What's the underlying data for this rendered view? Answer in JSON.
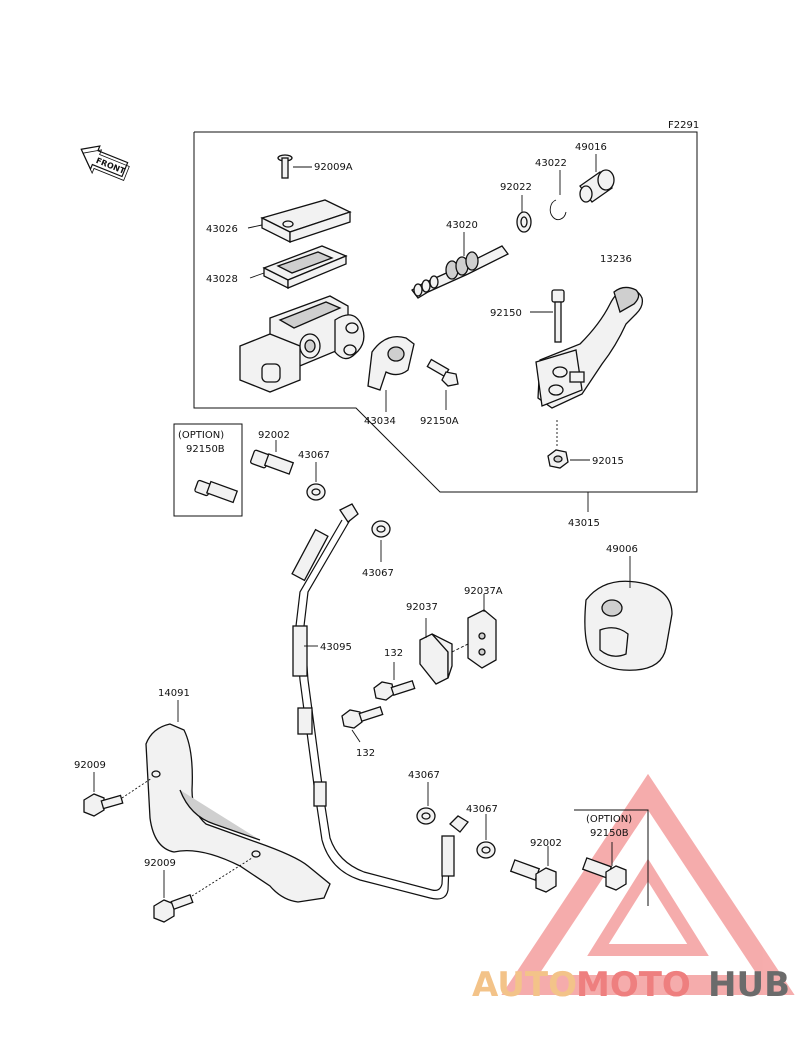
{
  "figure_code": "F2291",
  "front_arrow_label": "FRONT",
  "labels": {
    "p92009A": "92009A",
    "p43026": "43026",
    "p43028": "43028",
    "p43020": "43020",
    "p92022": "92022",
    "p43022": "43022",
    "p49016": "49016",
    "p13236": "13236",
    "p92150": "92150",
    "p43034": "43034",
    "p92150A": "92150A",
    "p92015": "92015",
    "p43015": "43015",
    "option_top": "(OPTION)",
    "p92150B_top": "92150B",
    "p92002_top": "92002",
    "p43067_a": "43067",
    "p43067_b": "43067",
    "p49006": "49006",
    "p92037": "92037",
    "p92037A": "92037A",
    "p43095": "43095",
    "p132_a": "132",
    "p132_b": "132",
    "p14091": "14091",
    "p92009_a": "92009",
    "p92009_b": "92009",
    "p43067_c": "43067",
    "p43067_d": "43067",
    "p92002_bottom": "92002",
    "option_bottom": "(OPTION)",
    "p92150B_bottom": "92150B"
  },
  "watermark": {
    "part1": "AUTO",
    "part2": "MOTO",
    "part3": "HUB",
    "color_auto": "#f3c389",
    "color_moto": "#ee7f7f",
    "color_hub": "#6b6b6b",
    "logo": "triangle-logo"
  }
}
